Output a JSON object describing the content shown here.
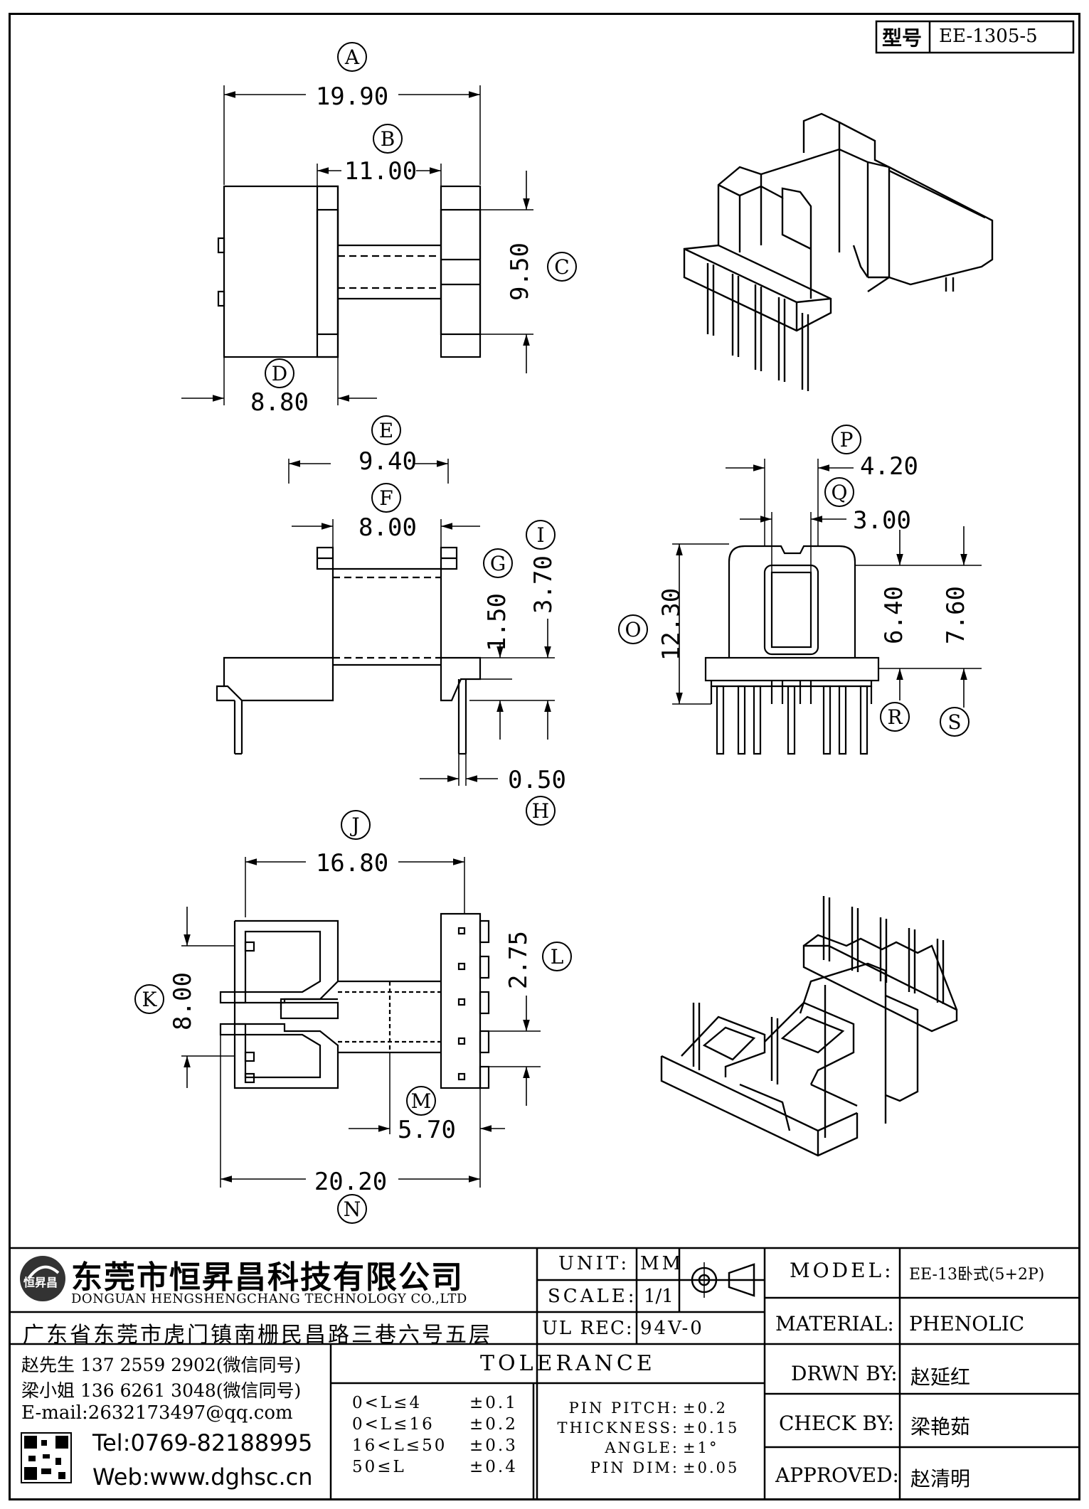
{
  "header": {
    "type_label": "型号",
    "model_code": "EE-1305-5"
  },
  "dimensions": [
    {
      "id": "A",
      "label": "A",
      "value": "19.90"
    },
    {
      "id": "B",
      "label": "B",
      "value": "11.00"
    },
    {
      "id": "C",
      "label": "C",
      "value": "9.50"
    },
    {
      "id": "D",
      "label": "D",
      "value": "8.80"
    },
    {
      "id": "E",
      "label": "E",
      "value": "9.40"
    },
    {
      "id": "F",
      "label": "F",
      "value": "8.00"
    },
    {
      "id": "G",
      "label": "G",
      "value": "1.50"
    },
    {
      "id": "I",
      "label": "I",
      "value": "3.70"
    },
    {
      "id": "H",
      "label": "H",
      "value": "0.50"
    },
    {
      "id": "P",
      "label": "P",
      "value": "4.20"
    },
    {
      "id": "Q",
      "label": "Q",
      "value": "3.00"
    },
    {
      "id": "O",
      "label": "O",
      "value": "12.30"
    },
    {
      "id": "R",
      "label": "R",
      "value": "6.40"
    },
    {
      "id": "S",
      "label": "S",
      "value": "7.60"
    },
    {
      "id": "J",
      "label": "J",
      "value": "16.80"
    },
    {
      "id": "K",
      "label": "K",
      "value": "8.00"
    },
    {
      "id": "L",
      "label": "L",
      "value": "2.75"
    },
    {
      "id": "M",
      "label": "M",
      "value": "5.70"
    },
    {
      "id": "N",
      "label": "N",
      "value": "20.20"
    }
  ],
  "company": {
    "name_cn": "东莞市恒昇昌科技有限公司",
    "name_en": "DONGUAN HENGSHENGCHANG TECHNOLOGY CO.,LTD",
    "address": "广东省东莞市虎门镇南栅民昌路三巷六号五层",
    "logo_text": "恒昇昌",
    "contact1": "赵先生 137 2559 2902(微信同号)",
    "contact2": "梁小姐 136 6261 3048(微信同号)",
    "email": "E-mail:2632173497@qq.com",
    "tel": "Tel:0769-82188995",
    "web": "Web:www.dghsc.cn"
  },
  "specs": {
    "unit_label": "UNIT:",
    "unit_value": "MM",
    "scale_label": "SCALE:",
    "scale_value": "1/1",
    "ulrec_label": "UL REC:",
    "ulrec_value": "94V-0"
  },
  "tolerance": {
    "title": "TOLERANCE",
    "ranges": [
      {
        "range": "0<L≤4",
        "tol": "±0.1"
      },
      {
        "range": "0<L≤16",
        "tol": "±0.2"
      },
      {
        "range": "16<L≤50",
        "tol": "±0.3"
      },
      {
        "range": "50≤L",
        "tol": "±0.4"
      }
    ],
    "items": [
      {
        "label": "PIN PITCH:",
        "tol": "±0.2"
      },
      {
        "label": "THICKNESS:",
        "tol": "±0.15"
      },
      {
        "label": "ANGLE:",
        "tol": "±1°"
      },
      {
        "label": "PIN DIM:",
        "tol": "±0.05"
      }
    ]
  },
  "titleblock": {
    "model_label": "MODEL:",
    "model_value": "EE-13卧式(5+2P)",
    "material_label": "MATERIAL:",
    "material_value": "PHENOLIC",
    "drawn_label": "DRWN BY:",
    "drawn_value": "赵延红",
    "check_label": "CHECK BY:",
    "check_value": "梁艳茹",
    "approved_label": "APPROVED:",
    "approved_value": "赵清明"
  }
}
